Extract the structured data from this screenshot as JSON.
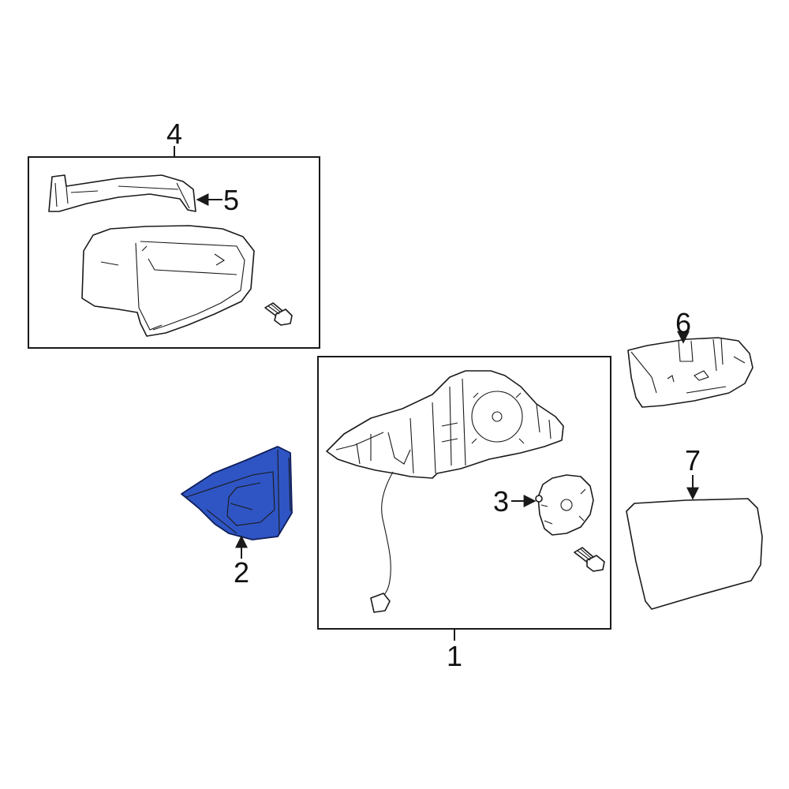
{
  "callouts": {
    "c1": "1",
    "c2": "2",
    "c3": "3",
    "c4": "4",
    "c5": "5",
    "c6": "6",
    "c7": "7"
  },
  "colors": {
    "highlight_fill": "#2f55c4",
    "highlight_stroke": "#0f1f5a",
    "line": "#1a1a1a",
    "background": "#ffffff"
  }
}
